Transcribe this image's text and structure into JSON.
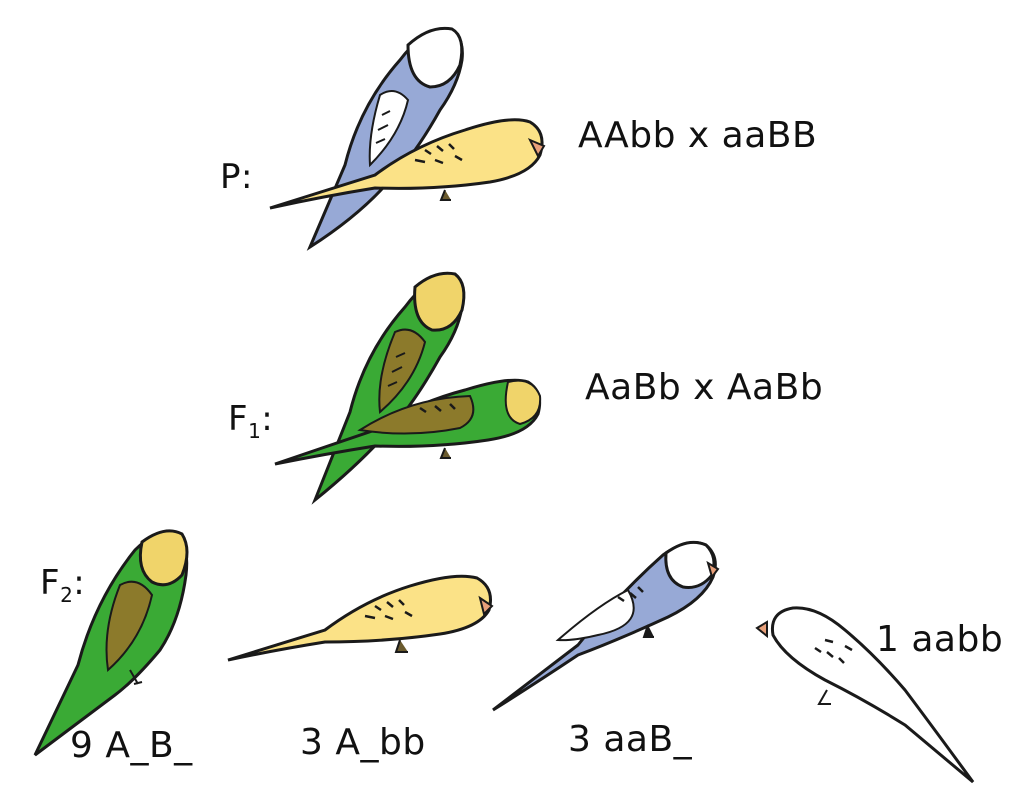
{
  "generations": {
    "p": {
      "letter": "P",
      "sub": "",
      "suffix": ":",
      "cross": "AAbb x  aaBB"
    },
    "f1": {
      "letter": "F",
      "sub": "1",
      "suffix": ":",
      "cross": "AaBb x AaBb"
    },
    "f2": {
      "letter": "F",
      "sub": "2",
      "suffix": ":"
    }
  },
  "f2_ratios": [
    {
      "label": "9 A_B_",
      "phenotype": "green"
    },
    {
      "label": "3 A_bb",
      "phenotype": "yellow"
    },
    {
      "label": "3 aaB_",
      "phenotype": "blue"
    },
    {
      "label": "1 aabb",
      "phenotype": "white"
    }
  ],
  "colors": {
    "green": "#3aaa35",
    "green_wing": "#8c7a2b",
    "yellow": "#fbe287",
    "blue": "#97a9d6",
    "white": "#ffffff",
    "outline": "#1a1a1a",
    "beak": "#e8a07a",
    "feet": "#6b5b2e"
  },
  "icons": [
    "budgie-blue-icon",
    "budgie-yellow-icon",
    "budgie-green-icon",
    "budgie-white-icon"
  ]
}
